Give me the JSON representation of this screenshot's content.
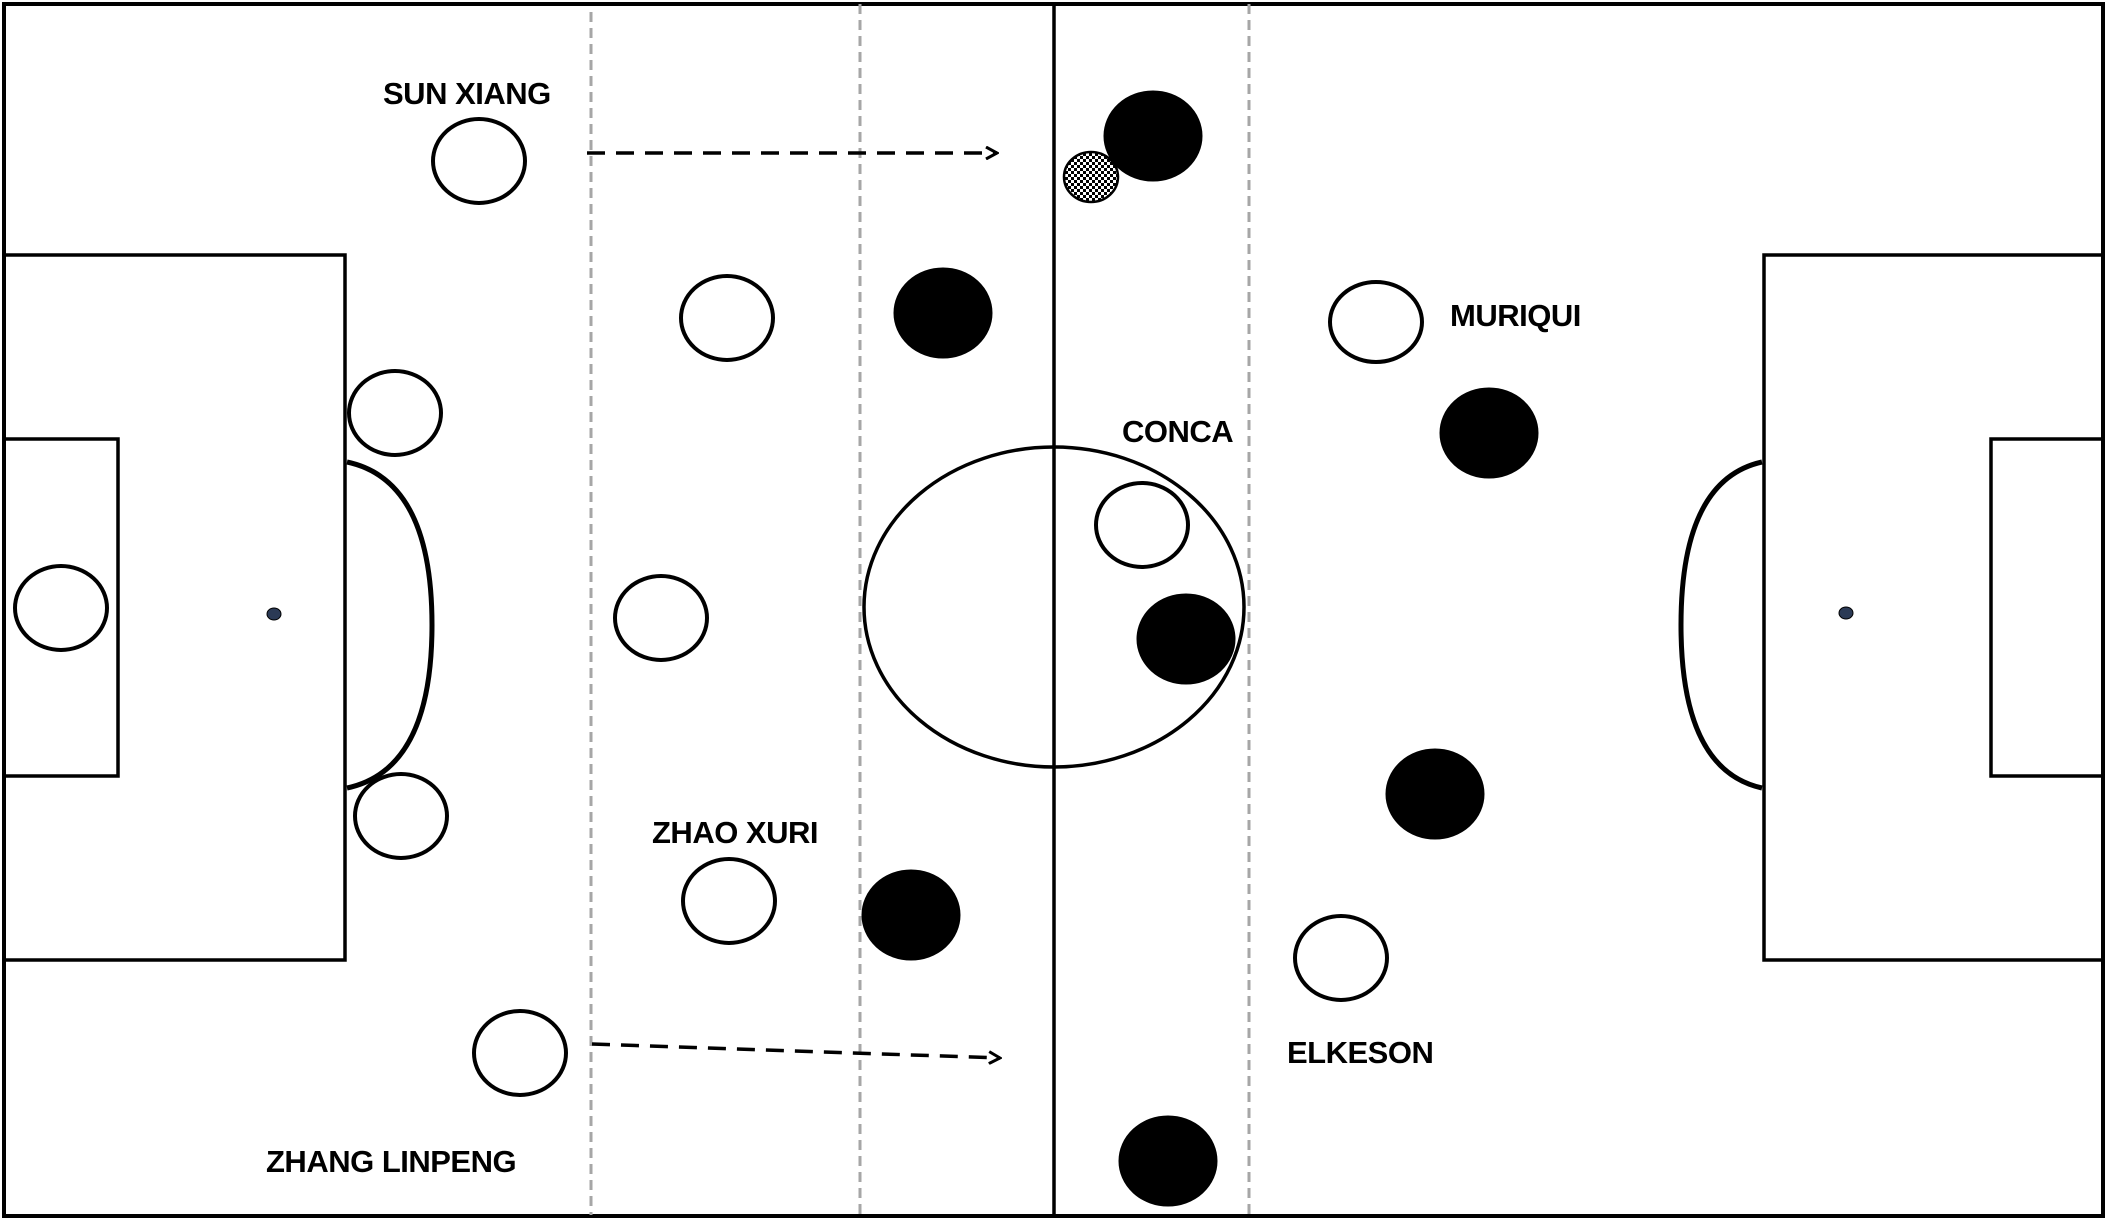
{
  "colors": {
    "background": "#ffffff",
    "lines": "#000000",
    "zone_lines": "#a6a6a6",
    "team_white_fill": "#ffffff",
    "team_black_fill": "#000000",
    "ball_fill": "#e8e8e8"
  },
  "labels": {
    "sun_xiang": "SUN XIANG",
    "muriqui": "MURIQUI",
    "conca": "CONCA",
    "zhao_xuri": "ZHAO XURI",
    "elkeson": "ELKESON",
    "zhang_linpeng": "ZHANG LINPENG"
  },
  "icons": {
    "ball": "ball-icon",
    "arrow": "dashed-arrow-icon"
  }
}
